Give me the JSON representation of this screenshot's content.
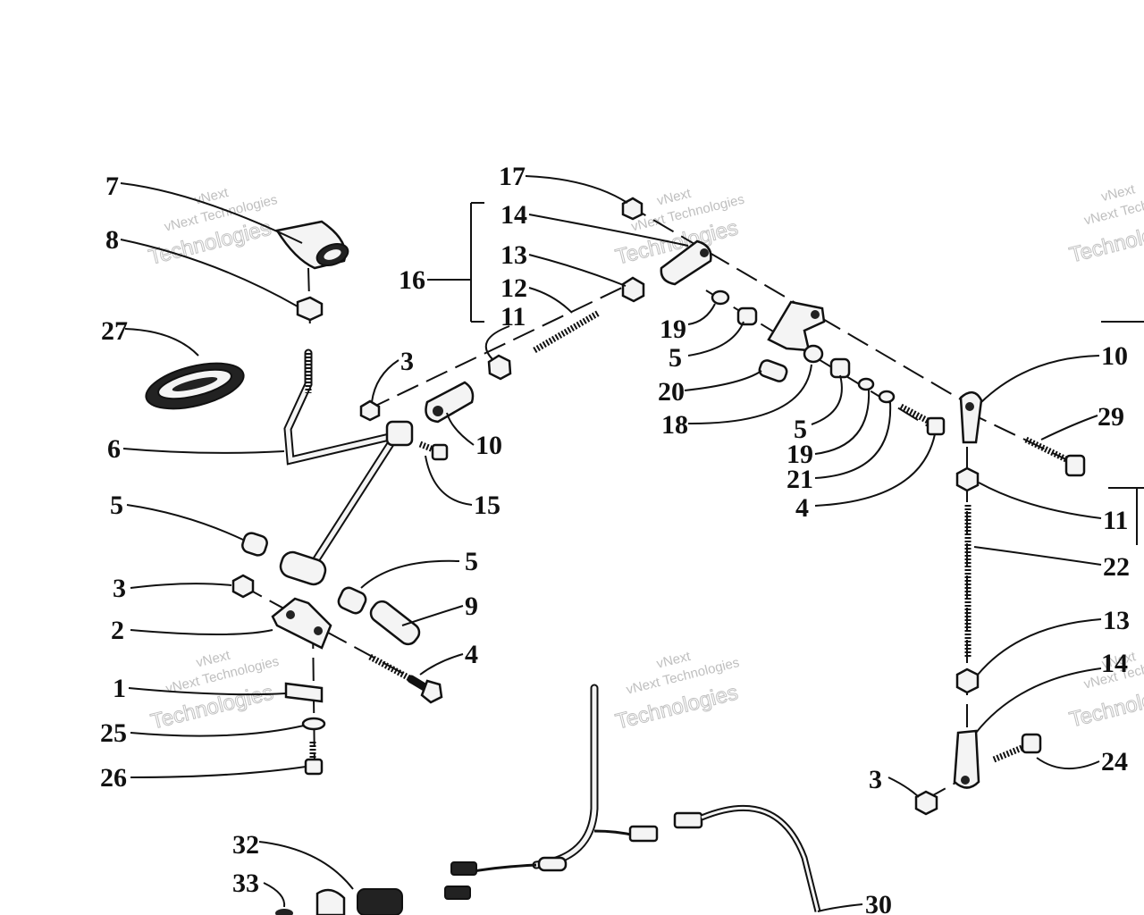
{
  "watermark": {
    "brand": "vNext",
    "line": "vNext Technologies",
    "word": "Technologies"
  },
  "callouts": [
    {
      "id": "c7",
      "text": "7"
    },
    {
      "id": "c8",
      "text": "8"
    },
    {
      "id": "c27",
      "text": "27"
    },
    {
      "id": "c6",
      "text": "6"
    },
    {
      "id": "c5a",
      "text": "5"
    },
    {
      "id": "c3a",
      "text": "3"
    },
    {
      "id": "c2",
      "text": "2"
    },
    {
      "id": "c1",
      "text": "1"
    },
    {
      "id": "c25",
      "text": "25"
    },
    {
      "id": "c26",
      "text": "26"
    },
    {
      "id": "c32",
      "text": "32"
    },
    {
      "id": "c33",
      "text": "33"
    },
    {
      "id": "c3b",
      "text": "3"
    },
    {
      "id": "c10a",
      "text": "10"
    },
    {
      "id": "c15",
      "text": "15"
    },
    {
      "id": "c5b",
      "text": "5"
    },
    {
      "id": "c9",
      "text": "9"
    },
    {
      "id": "c4a",
      "text": "4"
    },
    {
      "id": "c17",
      "text": "17"
    },
    {
      "id": "c14a",
      "text": "14"
    },
    {
      "id": "c13a",
      "text": "13"
    },
    {
      "id": "c16",
      "text": "16"
    },
    {
      "id": "c12",
      "text": "12"
    },
    {
      "id": "c11a",
      "text": "11"
    },
    {
      "id": "c19a",
      "text": "19"
    },
    {
      "id": "c5c",
      "text": "5"
    },
    {
      "id": "c20",
      "text": "20"
    },
    {
      "id": "c18",
      "text": "18"
    },
    {
      "id": "c5d",
      "text": "5"
    },
    {
      "id": "c19b",
      "text": "19"
    },
    {
      "id": "c21",
      "text": "21"
    },
    {
      "id": "c4b",
      "text": "4"
    },
    {
      "id": "c10b",
      "text": "10"
    },
    {
      "id": "c29",
      "text": "29"
    },
    {
      "id": "c11b",
      "text": "11"
    },
    {
      "id": "c22",
      "text": "22"
    },
    {
      "id": "c13b",
      "text": "13"
    },
    {
      "id": "c14b",
      "text": "14"
    },
    {
      "id": "c24",
      "text": "24"
    },
    {
      "id": "c3c",
      "text": "3"
    },
    {
      "id": "c30",
      "text": "30"
    }
  ]
}
